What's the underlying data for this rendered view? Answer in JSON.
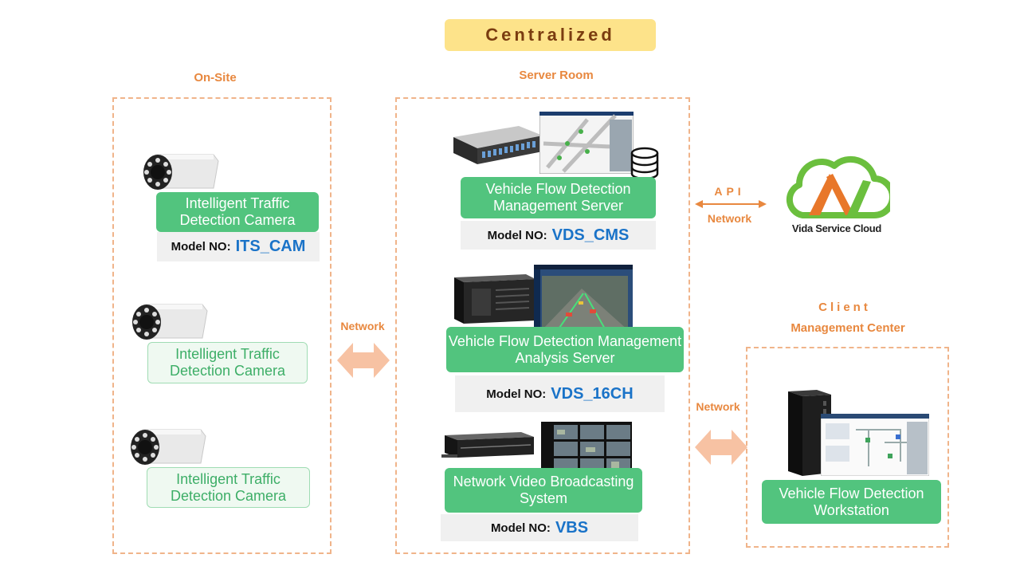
{
  "title": "Centralized",
  "sections": {
    "onsite": "On-Site",
    "server_room": "Server Room",
    "client_line1": "Client",
    "client_line2": "Management  Center"
  },
  "cameras": [
    {
      "label": "Intelligent Traffic Detection Camera",
      "model_prefix": "Model NO:",
      "model_value": "ITS_CAM"
    },
    {
      "label": "Intelligent Traffic Detection Camera"
    },
    {
      "label": "Intelligent Traffic Detection Camera"
    }
  ],
  "servers": [
    {
      "label": "Vehicle Flow Detection Management Server",
      "model_prefix": "Model NO:",
      "model_value": "VDS_CMS"
    },
    {
      "label": "Vehicle Flow Detection Management Analysis Server",
      "model_prefix": "Model NO:",
      "model_value": "VDS_16CH"
    },
    {
      "label": "Network Video Broadcasting System",
      "model_prefix": "Model NO:",
      "model_value": "VBS"
    }
  ],
  "workstation": {
    "label": "Vehicle Flow Detection Workstation"
  },
  "links": {
    "onsite_network": "Network",
    "client_network": "Network",
    "api": "API",
    "api_network": "Network"
  },
  "cloud": {
    "logo_text": "Vida Service Cloud"
  },
  "colors": {
    "accent_orange": "#e8883f",
    "green": "#52c47e",
    "title_bg": "#fde38a",
    "model_blue": "#1a73c8"
  }
}
